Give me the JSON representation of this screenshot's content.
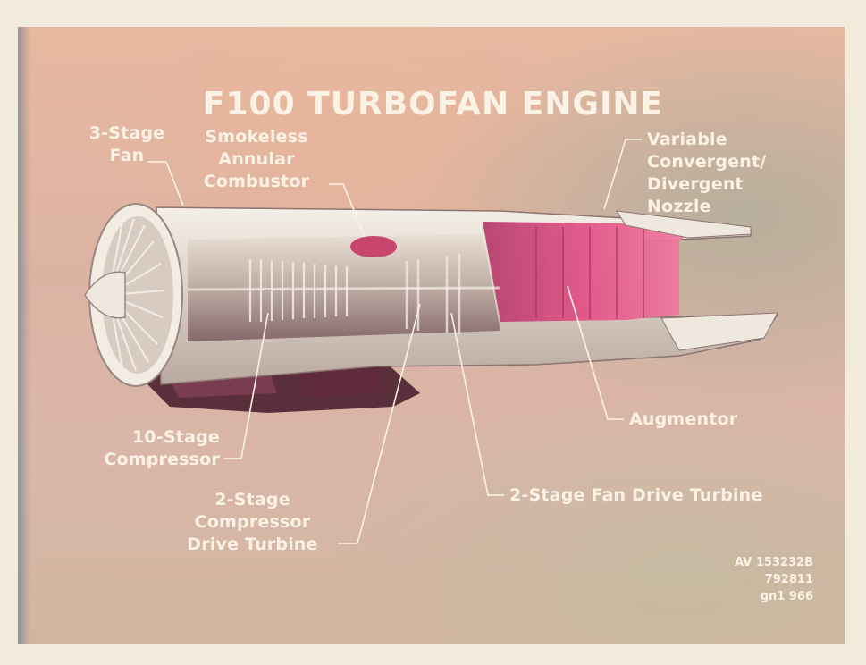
{
  "title": "F100 TURBOFAN ENGINE",
  "labels": {
    "fan": "3-Stage\nFan",
    "combustor": "Smokeless\nAnnular\nCombustor",
    "nozzle": "Variable\nConvergent/\nDivergent\nNozzle",
    "compressor": "10-Stage\nCompressor",
    "compressor_turbine": "2-Stage\nCompressor\nDrive Turbine",
    "augmentor": "Augmentor",
    "fan_turbine": "2-Stage Fan Drive Turbine"
  },
  "reference_code": "AV 153232B\n792811\ngn1 966",
  "colors": {
    "label_text": "#fbf2e6",
    "augmentor": "#d8437a",
    "casing": "#ece6dc"
  }
}
